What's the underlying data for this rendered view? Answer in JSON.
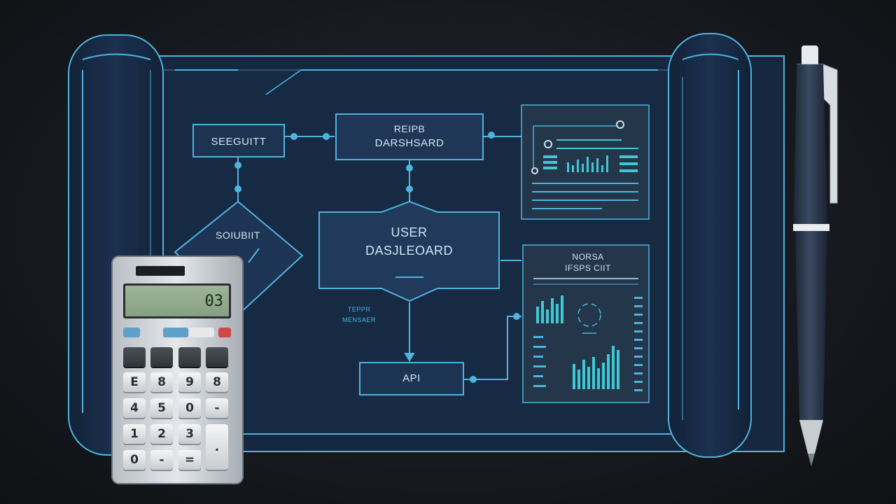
{
  "diagram": {
    "nodes": {
      "security_box": "SEEGUITT",
      "dashboard_top_line1": "REIPB",
      "dashboard_top_line2": "DARSHSARD",
      "diamond_label": "SOIUBIIT",
      "user_dashboard_line1": "USER",
      "user_dashboard_line2": "DASJLEOARD",
      "api_box": "API"
    },
    "side_text_line1": "TEPPR",
    "side_text_line2": "MENSAER",
    "report_panel_line1": "NORSA",
    "report_panel_line2": "IFSPS CIIT"
  },
  "calculator": {
    "display": "03",
    "keys": [
      [
        "",
        "",
        "",
        ""
      ],
      [
        "E",
        "8",
        "9",
        "8"
      ],
      [
        "4",
        "5",
        "0",
        "-"
      ],
      [
        "1",
        "2",
        "3",
        "."
      ],
      [
        "0",
        "-",
        "=",
        ""
      ]
    ]
  },
  "colors": {
    "background": "#16191e",
    "blueprint": "#16273d",
    "line": "#4fb3e0",
    "accent": "#3fc9d6"
  }
}
